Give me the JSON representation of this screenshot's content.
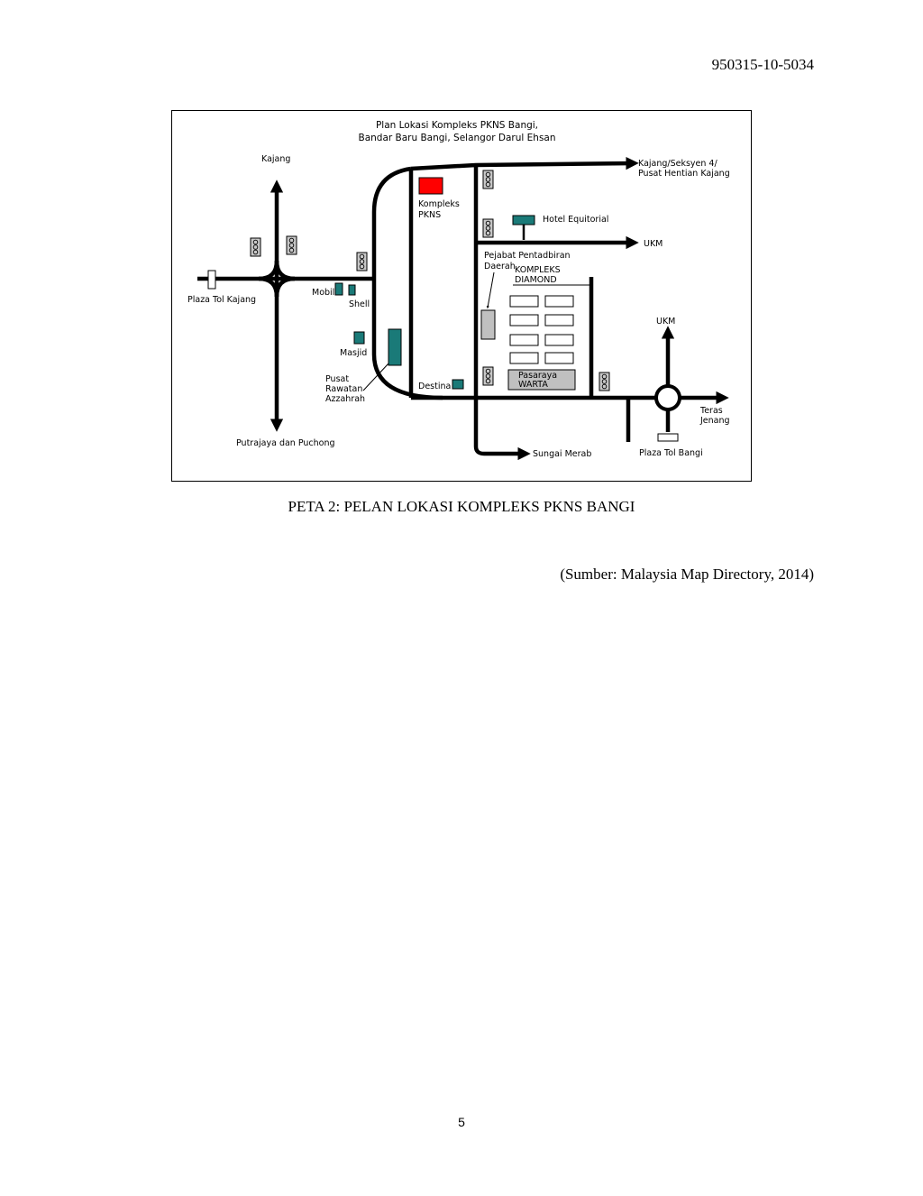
{
  "document": {
    "header_id": "950315-10-5034",
    "caption": "PETA 2: PELAN LOKASI KOMPLEKS PKNS BANGI",
    "source": "(Sumber: Malaysia Map Directory, 2014)",
    "page_number": "5"
  },
  "map": {
    "title_line1": "Plan Lokasi Kompleks PKNS Bangi,",
    "title_line2": "Bandar Baru Bangi, Selangor Darul Ehsan",
    "labels": {
      "kajang": "Kajang",
      "kajang_seksyen_line1": "Kajang/Seksyen 4/",
      "kajang_seksyen_line2": "Pusat Hentian Kajang",
      "kompleks_pkns_line1": "Kompleks",
      "kompleks_pkns_line2": "PKNS",
      "hotel_equitorial": "Hotel Equitorial",
      "ukm_east": "UKM",
      "pejabat_line1": "Pejabat Pentadbiran",
      "pejabat_line2": "Daerah",
      "kompleks_diamond_line1": "KOMPLEKS",
      "kompleks_diamond_line2": "DIAMOND",
      "plaza_tol_kajang": "Plaza Tol Kajang",
      "mobil": "Mobil",
      "shell": "Shell",
      "masjid": "Masjid",
      "pusat_line1": "Pusat",
      "pusat_line2": "Rawatan",
      "pusat_line3": "Azzahrah",
      "destina": "Destina",
      "pasaraya_line1": "Pasaraya",
      "pasaraya_line2": "WARTA",
      "ukm_roundabout": "UKM",
      "teras_line1": "Teras",
      "teras_line2": "Jenang",
      "putrajaya": "Putrajaya dan Puchong",
      "sungai_merab": "Sungai Merab",
      "plaza_tol_bangi": "Plaza Tol Bangi"
    },
    "colors": {
      "road": "#000000",
      "kompleks_pkns": "#ff0000",
      "landmark_teal": "#1a7a78",
      "grey_building": "#c0c0c0"
    }
  }
}
